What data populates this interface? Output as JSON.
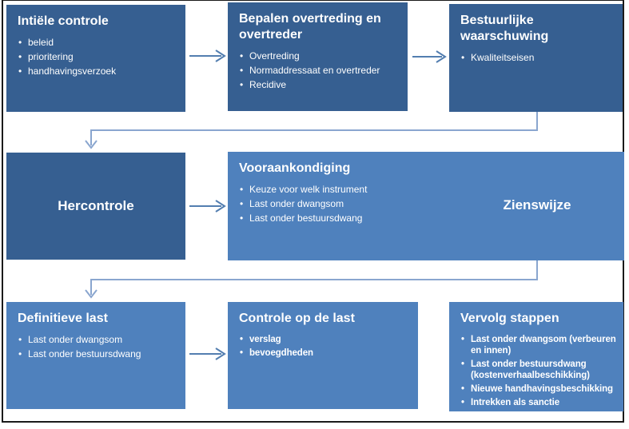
{
  "colors": {
    "box_dark": "#365F91",
    "box_light": "#4F81BD",
    "arrow": "#537EB0",
    "connector": "#8AA6CF",
    "border": "#1a1a1a",
    "text": "#ffffff"
  },
  "boxes": {
    "initiele_controle": {
      "title": "Intiële controle",
      "bullets": [
        "beleid",
        "prioritering",
        "handhavingsverzoek"
      ]
    },
    "bepalen_overtreding": {
      "title": "Bepalen overtreding en overtreder",
      "bullets": [
        "Overtreding",
        "Normaddressaat en overtreder",
        "Recidive"
      ]
    },
    "bestuurlijke_waarschuwing": {
      "title": "Bestuurlijke waarschuwing",
      "bullets": [
        "Kwaliteitseisen"
      ]
    },
    "hercontrole": {
      "title": "Hercontrole"
    },
    "vooraankondiging": {
      "title": "Vooraankondiging",
      "bullets": [
        "Keuze voor welk instrument",
        "Last onder dwangsom",
        "Last onder bestuursdwang"
      ],
      "side_label": "Zienswijze"
    },
    "definitieve_last": {
      "title": "Definitieve last",
      "bullets": [
        "Last onder dwangsom",
        "Last onder bestuursdwang"
      ]
    },
    "controle_op_de_last": {
      "title": "Controle op de last",
      "bullets": [
        "verslag",
        "bevoegdheden"
      ]
    },
    "vervolg_stappen": {
      "title": "Vervolg stappen",
      "bullets": [
        "Last onder dwangsom (verbeuren en innen)",
        "Last onder bestuursdwang (kostenverhaalbeschikking)",
        "Nieuwe handhavingsbeschikking",
        "Intrekken als sanctie"
      ]
    }
  }
}
